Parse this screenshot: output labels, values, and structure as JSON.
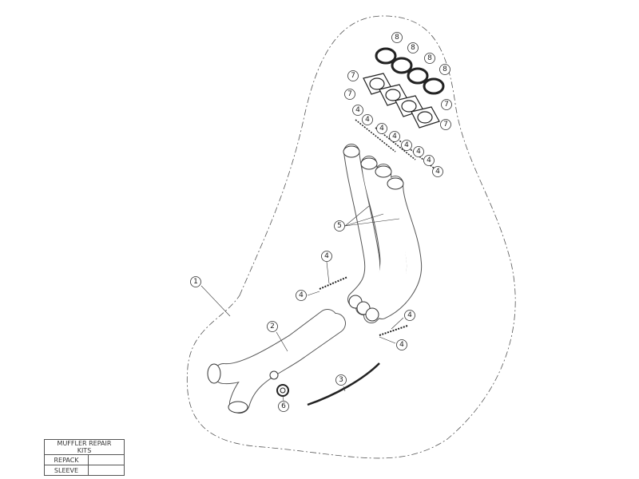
{
  "diagram": {
    "callouts": {
      "ring_8": "8",
      "flange_7": "7",
      "spring_4": "4",
      "header_5": "5",
      "silencer_1": "1",
      "link_2": "2",
      "strap_3": "3",
      "nut_6": "6"
    }
  },
  "table": {
    "title": "MUFFLER REPAIR KITS",
    "rows": [
      {
        "label": "REPACK",
        "value": ""
      },
      {
        "label": "SLEEVE",
        "value": ""
      }
    ]
  }
}
